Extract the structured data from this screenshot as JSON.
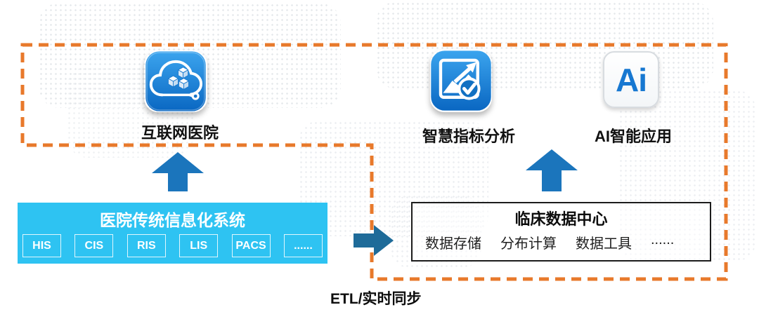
{
  "top_items": [
    {
      "label": "互联网医院",
      "icon": "cloud-cubes"
    },
    {
      "label": "智慧指标分析",
      "icon": "chart-trend-check"
    },
    {
      "label": "AI智能应用",
      "icon": "ai-badge",
      "glyph": "Ai"
    }
  ],
  "legacy_system": {
    "title": "医院传统信息化系统",
    "modules": [
      "HIS",
      "CIS",
      "RIS",
      "LIS",
      "PACS",
      "......"
    ]
  },
  "data_center": {
    "title": "临床数据中心",
    "items": [
      "数据存储",
      "分布计算",
      "数据工具",
      "......"
    ]
  },
  "etl_label": "ETL/实时同步",
  "colors": {
    "dash_orange": "#E8792B",
    "up_arrow_blue": "#1B75BC",
    "right_arrow_blue": "#1E6B99",
    "legacy_box_blue": "#2EC3F2",
    "icon_gradient_top": "#3BA4EE",
    "icon_gradient_bottom": "#0A67C2",
    "ai_text_blue": "#1778D1"
  }
}
